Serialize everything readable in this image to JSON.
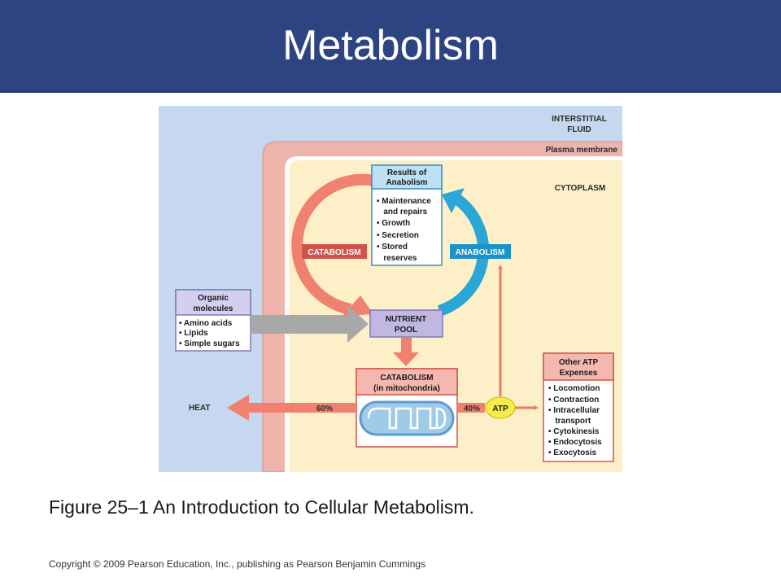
{
  "header": {
    "title": "Metabolism"
  },
  "regions": {
    "interstitial": [
      "INTERSTITIAL",
      "FLUID"
    ],
    "membrane": "Plasma membrane",
    "cytoplasm": "CYTOPLASM"
  },
  "results_box": {
    "title": [
      "Results of",
      "Anabolism"
    ],
    "items": [
      "• Maintenance",
      "   and repairs",
      "• Growth",
      "• Secretion",
      "• Stored",
      "   reserves"
    ]
  },
  "cycle_labels": {
    "catabolism": "CATABOLISM",
    "anabolism": "ANABOLISM"
  },
  "organic_box": {
    "title": [
      "Organic",
      "molecules"
    ],
    "items": [
      "• Amino acids",
      "• Lipids",
      "• Simple sugars"
    ]
  },
  "nutrient_pool": [
    "NUTRIENT",
    "POOL"
  ],
  "mito_box": {
    "title": [
      "CATABOLISM",
      "(in mitochondria)"
    ]
  },
  "energy": {
    "heat": "HEAT",
    "heat_pct": "60%",
    "atp_pct": "40%",
    "atp": "ATP"
  },
  "atp_box": {
    "title": [
      "Other ATP",
      "Expenses"
    ],
    "items": [
      "• Locomotion",
      "• Contraction",
      "• Intracellular",
      "   transport",
      "• Cytokinesis",
      "• Endocytosis",
      "• Exocytosis"
    ]
  },
  "caption": "Figure 25–1 An Introduction to Cellular Metabolism.",
  "copyright": "Copyright © 2009 Pearson Education, Inc., publishing as Pearson Benjamin Cummings",
  "colors": {
    "header": "#2e4381",
    "interstitial": "#c5d8ef",
    "membrane": "#eeb3aa",
    "cytoplasm": "#fdf0c8",
    "catabolism": "#f08070",
    "anabolism": "#2aa7d7",
    "atp": "#f7ec4a"
  }
}
